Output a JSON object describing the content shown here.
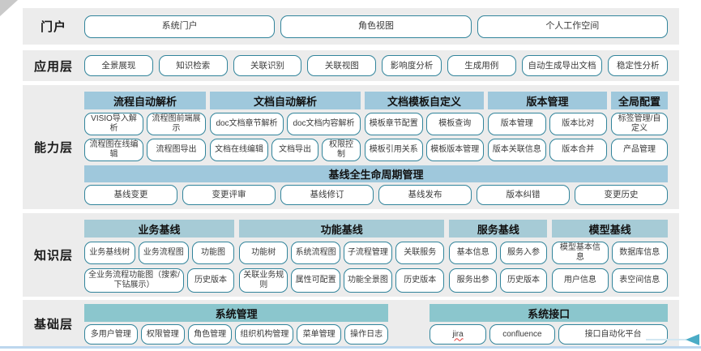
{
  "colors": {
    "band_bg": "#ECECEC",
    "button_border": "#31849B",
    "header_blue": "#9FC8DC",
    "header_knowledge": "#A6CBD6",
    "header_teal": "#8BC6CD",
    "bottom_line": "#BDD7EE",
    "arrow": "#4BACC6"
  },
  "portal": {
    "label": "门户",
    "items": [
      "系统门户",
      "角色视图",
      "个人工作空间"
    ]
  },
  "app": {
    "label": "应用层",
    "items": [
      "全景展现",
      "知识检索",
      "关联识别",
      "关联视图",
      "影响度分析",
      "生成用例",
      "自动生成导出文档",
      "稳定性分析"
    ]
  },
  "cap": {
    "label": "能力层",
    "g1": {
      "title": "流程自动解析",
      "b": [
        "VISIO导入解析",
        "流程图前端展示",
        "流程图在线编辑",
        "流程图导出"
      ]
    },
    "g2": {
      "title": "文档自动解析",
      "b": [
        "doc文档章节解析",
        "doc文档内容解析",
        "文档在线编辑",
        "文档导出",
        "权限控制"
      ]
    },
    "g3": {
      "title": "文档模板自定义",
      "b": [
        "模板章节配置",
        "模板查询",
        "模板引用关系",
        "模板版本管理"
      ]
    },
    "g4": {
      "title": "版本管理",
      "b": [
        "版本管理",
        "版本比对",
        "版本关联信息",
        "版本合并"
      ]
    },
    "g5": {
      "title": "全局配置",
      "b": [
        "标签管理/自定义",
        "产品管理"
      ]
    },
    "baseline": {
      "title": "基线全生命周期管理",
      "b": [
        "基线变更",
        "变更评审",
        "基线修订",
        "基线发布",
        "版本纠错",
        "变更历史"
      ]
    }
  },
  "kn": {
    "label": "知识层",
    "g1": {
      "title": "业务基线",
      "b": [
        "业务基线树",
        "业务流程图",
        "功能图",
        "全业务流程功能图（搜索/下钻展示）",
        "历史版本"
      ]
    },
    "g2": {
      "title": "功能基线",
      "b": [
        "功能树",
        "系统流程图",
        "子流程管理",
        "关联服务",
        "关联业务规则",
        "属性可配置",
        "功能全景图",
        "历史版本"
      ]
    },
    "g3": {
      "title": "服务基线",
      "b": [
        "基本信息",
        "服务入参",
        "服务出参",
        "历史版本"
      ]
    },
    "g4": {
      "title": "模型基线",
      "b": [
        "模型基本信息",
        "数据库信息",
        "用户信息",
        "表空间信息"
      ]
    }
  },
  "fd": {
    "label": "基础层",
    "g1": {
      "title": "系统管理",
      "b": [
        "多用户管理",
        "权限管理",
        "角色管理",
        "组织机构管理",
        "菜单管理",
        "操作日志"
      ]
    },
    "g2": {
      "title": "系统接口",
      "b": [
        "jira",
        "confluence",
        "接口自动化平台"
      ]
    }
  }
}
